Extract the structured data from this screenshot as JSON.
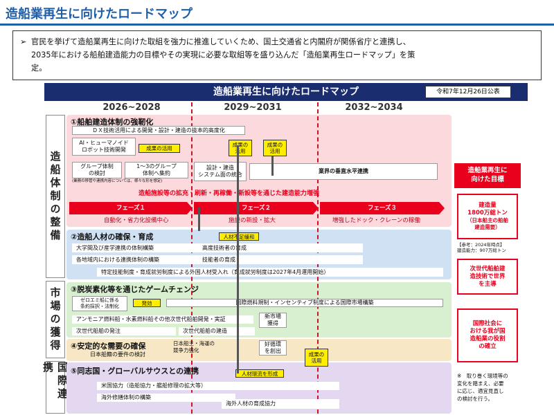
{
  "title": "造船業再生に向けたロードマップ",
  "summary": {
    "bullet": "➢",
    "line1": "官民を挙げて造船業再生に向けた取組を強力に推進していくため、国土交通省と内閣府が関係省庁と連携し、",
    "line2": "2035年における船舶建造能力の目標やその実現に必要な取組等を盛り込んだ「造船業再生ロードマップ」を策",
    "line3": "定。"
  },
  "roadmap": {
    "banner": "造船業再生に向けたロードマップ",
    "date": "令和7年12月26日公表",
    "periods": [
      "2026~2028",
      "2029~2031",
      "2032~2034"
    ]
  },
  "side_labels": {
    "system": "造船体制の整備",
    "market": "市場の獲得",
    "intl": "国際連携"
  },
  "section1": {
    "title": "①船舶建造体制の強靭化",
    "dx": "ＤＸ技術活用による開発・設計・建造の抜本的高度化",
    "ai": "AI・ヒューマノイド\nロボット技術開発",
    "apply": "成果の活用",
    "result_apply_a": "成果の\n活用",
    "result_apply_b": "成果の\n活用",
    "group_a": "グループ体制\nの検討",
    "group_a_note": "(業務の移管や連携内容については、様々な形を想定)",
    "group_b": "1～3のグループ\n体制へ集約",
    "design": "設計・建造\nシステム面の統合",
    "vertical": "業界の垂直水平連携",
    "capacity": "造船施設等の拡充・刷新・再稼働・新設等を通じた建造能力増強",
    "phases": [
      "フェーズ１",
      "フェーズ２",
      "フェーズ３"
    ],
    "phase_notes": [
      "自動化・省力化設備中心",
      "施設の新設・拡大",
      "増強したドック・クレーンの稼働"
    ]
  },
  "section2": {
    "title": "②造船人材の確保・育成",
    "shortage": "人材不足緩和",
    "row1a": "大学間及び産学連携の体制構築",
    "row1b": "高度技術者の育成",
    "row2a": "各地域内における連携体制の構築",
    "row2b": "技能者の育成",
    "row3": "特定技能制度・育成就労制度による外国人材受入れ（育成就労制度は2027年4月運用開始）"
  },
  "section3": {
    "title": "③脱炭素化等を通じたゲームチェンジ",
    "zero": "ゼロエミ船に係る\n条約採択・法制化",
    "effect": "発効",
    "imo": "国際燃料規制・インセンティブ制度による国際市場構築",
    "ammonia": "アンモニア燃料船・水素燃料船その他次世代船舶開発・実証",
    "new_market": "新市場\n獲得",
    "order": "次世代船舶の発注",
    "build": "次世代船舶の建造"
  },
  "section4": {
    "title": "④安定的な需要の確保",
    "review": "日本船籍の要件の検討",
    "competition": "日本船主・海運の\n競争力強化",
    "cycle": "好循環\nを創出"
  },
  "section5": {
    "title": "⑤同志国・グローバルサウスとの連携",
    "talent": "人材環流を形成",
    "result_apply": "成果の\n活用",
    "us": "米国協力（造船協力・艦船修理の拡大等）",
    "overseas": "海外修繕体制の構築",
    "training": "海外人材の育成協力"
  },
  "goals": {
    "heading": "造船業再生に\n向けた目標",
    "goal1_title": "建造量",
    "goal1_value": "1800万総トン",
    "goal1_sub": "（日本船主の船舶\n建造需要）",
    "reference": "【参考：2024年時点】\n建造能力：907万総トン",
    "goal2": "次世代船舶建\n造技術で世界\nを主導",
    "goal3": "国際社会に\nおける我が国\n造船業の役割\nの確立",
    "note": "※　取り巻く環境等の\n変化を踏まえ、必要\nに応じ、適宜見直し\nの検討を行う。"
  },
  "colors": {
    "accent_blue": "#1f5fa8",
    "banner_navy": "#1a2d6e",
    "phase_red": "#e8001c",
    "highlight_yellow": "#ffee00",
    "section1_bg": "#fbd9dd",
    "section2_bg": "#cfe1f2",
    "section3_bg": "#d8efd0",
    "section4_bg": "#f7e7c4",
    "section5_bg": "#e3d8f0"
  }
}
